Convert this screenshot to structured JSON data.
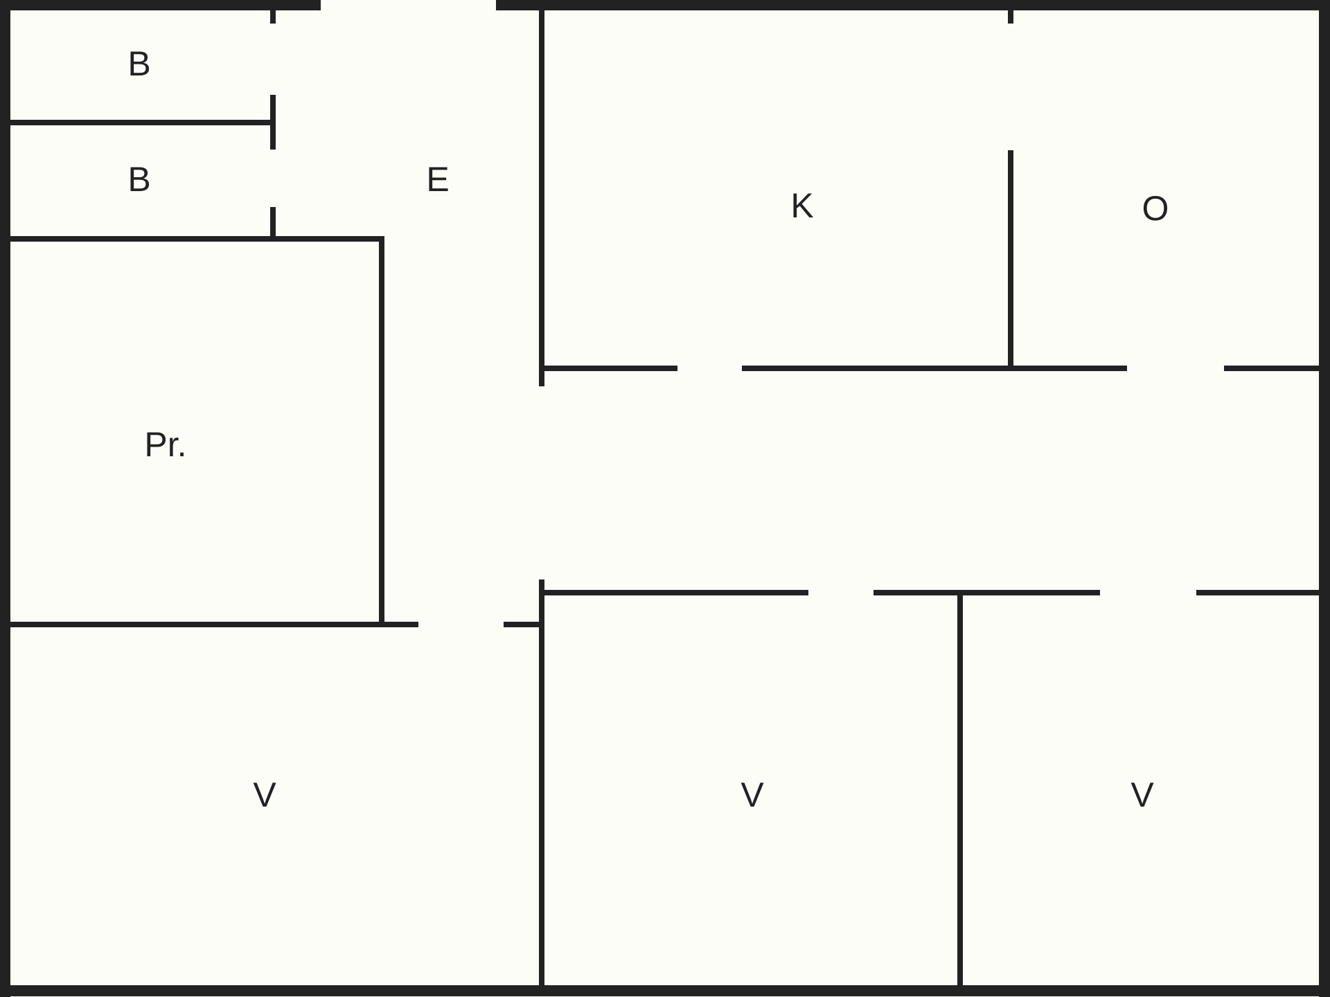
{
  "colors": {
    "background": "#fdfdf8",
    "wall": "#222222",
    "label": "#222222"
  },
  "rooms": [
    {
      "id": "bath-upper",
      "label": "B"
    },
    {
      "id": "bath-lower",
      "label": "B"
    },
    {
      "id": "entry",
      "label": "E"
    },
    {
      "id": "kitchen",
      "label": "K"
    },
    {
      "id": "room-o",
      "label": "O"
    },
    {
      "id": "pantry",
      "label": "Pr."
    },
    {
      "id": "living-left",
      "label": "V"
    },
    {
      "id": "living-middle",
      "label": "V"
    },
    {
      "id": "living-right",
      "label": "V"
    }
  ]
}
